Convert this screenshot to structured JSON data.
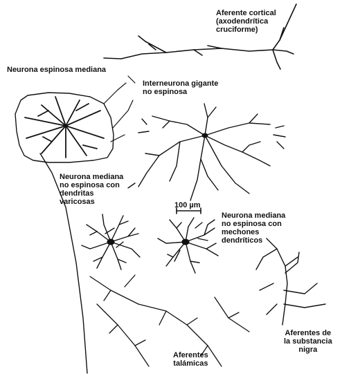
{
  "colors": {
    "ink": "#111111",
    "background": "#ffffff"
  },
  "labels": {
    "cortical_afferent": [
      "Aferente cortical",
      "(axodendrítica",
      "cruciforme)"
    ],
    "medium_spiny": [
      "Neurona espinosa mediana"
    ],
    "giant_aspiny": [
      "Interneurona gigante",
      "no espinosa"
    ],
    "medium_aspiny_varicose": [
      "Neurona mediana",
      "no espinosa con",
      "dendritas",
      "varicosas"
    ],
    "scale_bar": "100 µm",
    "medium_aspiny_tufted": [
      "Neurona mediana",
      "no espinosa con",
      "mechones",
      "dendríticos"
    ],
    "nigral_afferents": [
      "Aferentes de",
      "la substancia",
      "nigra"
    ],
    "thalamic_afferents": [
      "Aferentes",
      "talámicas"
    ]
  }
}
